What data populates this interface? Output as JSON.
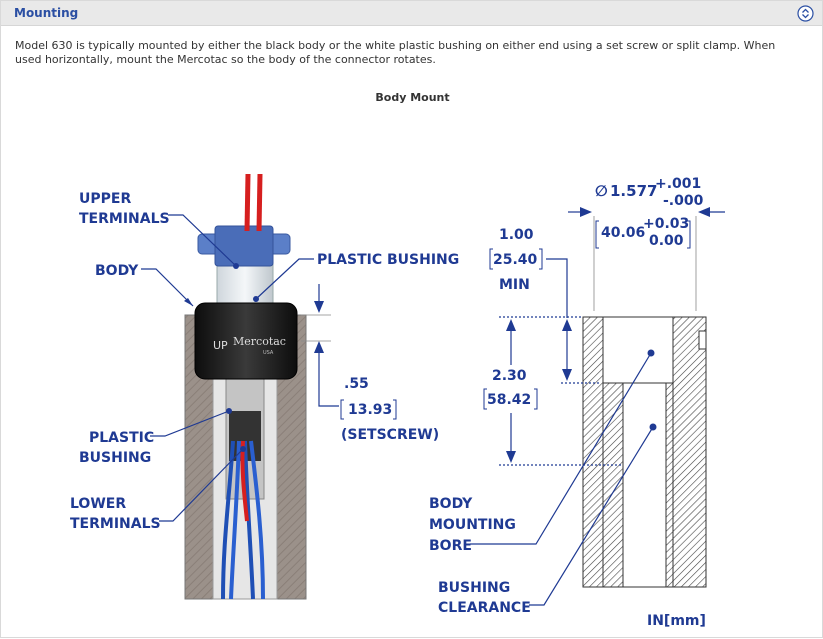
{
  "header": {
    "title": "Mounting"
  },
  "description": "Model 630 is typically mounted by either the black body or the white plastic bushing on either end using a set screw or split clamp. When used horizontally, mount the Mercotac so the body of the connector rotates.",
  "figure": {
    "title": "Body Mount"
  },
  "callouts": {
    "upper_terminals": [
      "UPPER",
      "TERMINALS"
    ],
    "body": "BODY",
    "plastic_bushing_top": "PLASTIC BUSHING",
    "plastic_bushing_lower": [
      "PLASTIC",
      "BUSHING"
    ],
    "lower_terminals": [
      "LOWER",
      "TERMINALS"
    ],
    "body_mounting_bore": [
      "BODY",
      "MOUNTING",
      "BORE"
    ],
    "bushing_clearance": [
      "BUSHING",
      "CLEARANCE"
    ]
  },
  "dimensions": {
    "setscrew": {
      "in": ".55",
      "mm": "13.93",
      "note": "(SETSCREW)"
    },
    "min_depth": {
      "in": "1.00",
      "mm": "25.40",
      "note": "MIN"
    },
    "bore_depth": {
      "in": "2.30",
      "mm": "58.42"
    },
    "diameter": {
      "symbol": "∅",
      "in": "1.577",
      "in_tol_plus": "+.001",
      "in_tol_minus": "-.000",
      "mm": "40.06",
      "mm_tol_plus": "+0.03",
      "mm_tol_minus": "0.00"
    },
    "units": "IN[mm]"
  },
  "logo": {
    "text": "Mercotac",
    "mark": "UP",
    "sub": "USA"
  },
  "colors": {
    "accent": "#1f3a93",
    "header_text": "#2b4fa3"
  }
}
